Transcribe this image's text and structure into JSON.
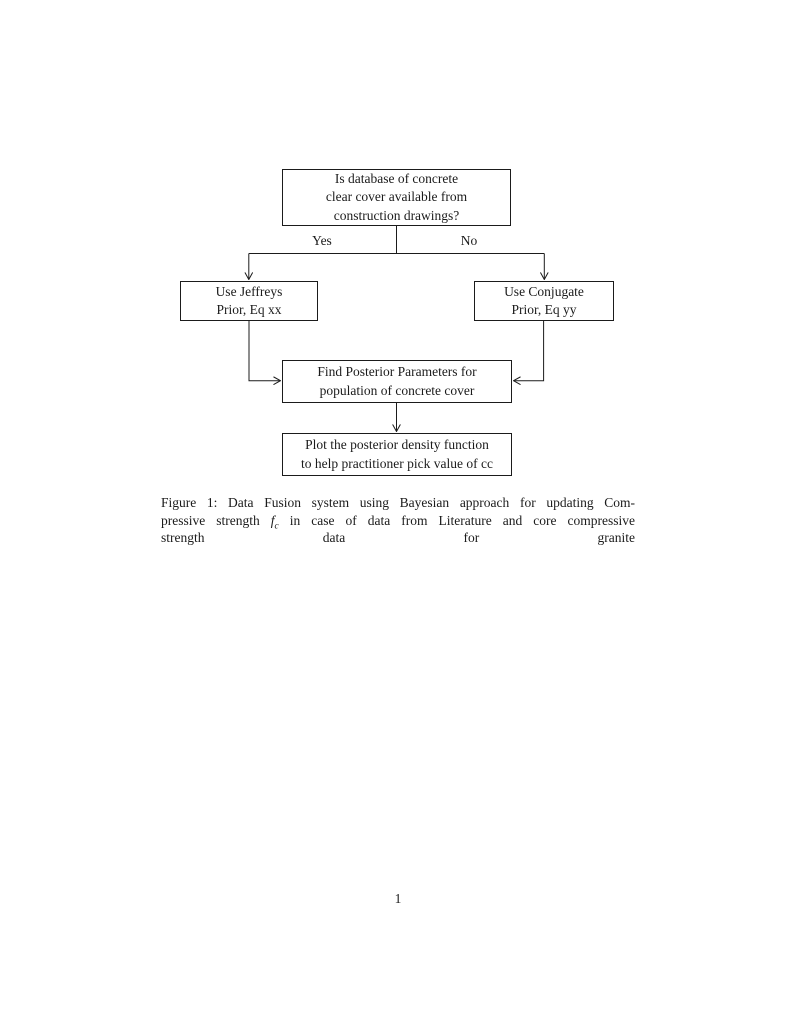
{
  "page": {
    "number": "1"
  },
  "flowchart": {
    "question": {
      "lines": [
        "Is database of concrete",
        "clear cover available from",
        "construction drawings?"
      ]
    },
    "jeffreys": {
      "lines": [
        "Use Jeffreys",
        "Prior, Eq xx"
      ]
    },
    "conjugate": {
      "lines": [
        "Use Conjugate",
        "Prior, Eq yy"
      ]
    },
    "posterior": {
      "lines": [
        "Find Posterior Parameters for",
        "population of concrete cover"
      ]
    },
    "plot": {
      "lines": [
        "Plot the posterior density function",
        "to help practitioner pick value of cc"
      ]
    },
    "labels": {
      "yes": "Yes",
      "no": "No"
    },
    "ink_color": "#1b1b1b"
  },
  "caption": {
    "line1": "Figure 1: Data Fusion system using Bayesian approach for updating Com-",
    "line2_pre": "pressive strength ",
    "math_f": "f",
    "math_sub": "c",
    "line2_post": " in case of data from Literature and core compressive",
    "line3": "strength data for granite"
  }
}
